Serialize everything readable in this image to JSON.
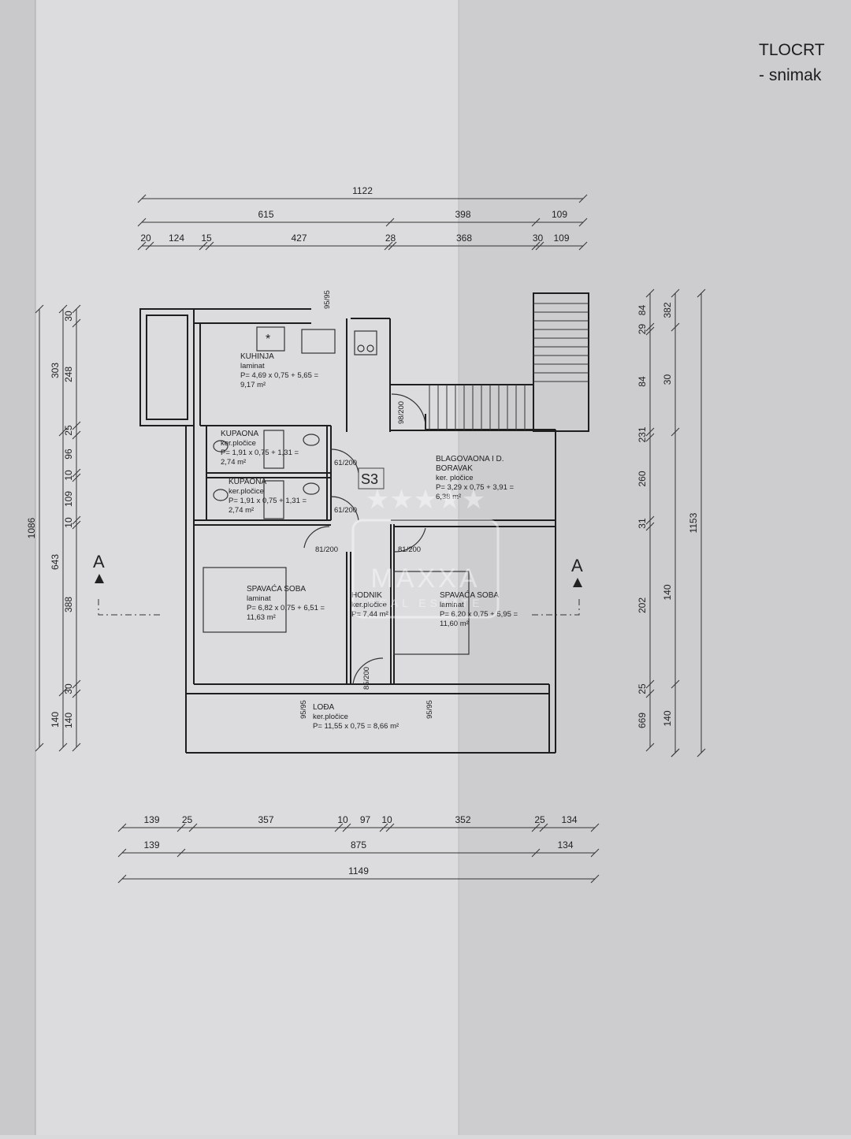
{
  "title": {
    "line1": "TLOCRT",
    "line2": "- snimak"
  },
  "unit_label": "S3",
  "watermark": {
    "brand": "MAXXA",
    "sub": "REAL ESTATE"
  },
  "section_marker": "A",
  "rooms": [
    {
      "name": "KUHINJA",
      "floor": "laminat",
      "formula": "P= 4,69 x 0,75 + 5,65 =",
      "area": "9,17 m²"
    },
    {
      "name": "KUPAONA",
      "floor": "ker.pločice",
      "formula": "P= 1,91 x 0,75 + 1,31 =",
      "area": "2,74 m²"
    },
    {
      "name": "KUPAONA",
      "floor": "ker.pločice",
      "formula": "P= 1,91 x 0,75 + 1,31 =",
      "area": "2,74 m²"
    },
    {
      "name": "BLAGOVAONA I D.",
      "name2": "BORAVAK",
      "floor": "ker. pločice",
      "formula": "P= 3,29 x 0,75 + 3,91 =",
      "area": "6,38 m²"
    },
    {
      "name": "SPAVAĆA SOBA",
      "floor": "laminat",
      "formula": "P= 6,82 x 0,75 + 6,51 =",
      "area": "11,63 m²"
    },
    {
      "name": "HODNIK",
      "floor": "ker.pločice",
      "formula": "P= 7,44 m²"
    },
    {
      "name": "SPAVAĆA SOBA",
      "floor": "laminat",
      "formula": "P= 6,20 x 0,75 + 5,95 =",
      "area": "11,60 m²"
    },
    {
      "name": "LOĐA",
      "floor": "ker.pločice",
      "formula": "P= 11,55 x 0,75 = 8,66 m²"
    }
  ],
  "doors": [
    "98/200",
    "61/200",
    "61/200",
    "81/200",
    "81/200",
    "85/200"
  ],
  "windows": [
    "95/95",
    "95/95",
    "95/95"
  ],
  "dimensions": {
    "top": [
      "1122",
      "615",
      "398",
      "109",
      "20",
      "124",
      "15",
      "427",
      "28",
      "368",
      "30",
      "109"
    ],
    "left": [
      "1086",
      "303",
      "643",
      "140",
      "30",
      "248",
      "25",
      "96",
      "10",
      "109",
      "10",
      "388",
      "30",
      "140"
    ],
    "right": [
      "84",
      "29",
      "84",
      "231",
      "260",
      "31",
      "202",
      "25",
      "669",
      "382",
      "30",
      "140",
      "140",
      "1153"
    ],
    "bottom": [
      "139",
      "25",
      "357",
      "10",
      "97",
      "10",
      "352",
      "25",
      "134",
      "139",
      "875",
      "134",
      "1149"
    ]
  }
}
